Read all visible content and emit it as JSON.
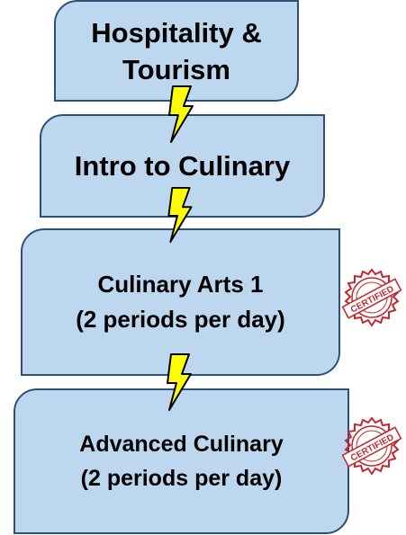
{
  "colors": {
    "box_fill": "#bdd7ee",
    "box_border": "#2e4f78",
    "bolt_fill": "#ffff00",
    "stamp_red": "#c0282d"
  },
  "steps": [
    {
      "text": "Hospitality &\nTourism"
    },
    {
      "text": "Intro to Culinary"
    },
    {
      "text": "Culinary Arts 1\n(2 periods per day)"
    },
    {
      "text": "Advanced Culinary\n(2 periods per day)"
    }
  ],
  "connectors": [
    {
      "icon": "lightning-bolt-icon"
    },
    {
      "icon": "lightning-bolt-icon"
    },
    {
      "icon": "lightning-bolt-icon"
    }
  ],
  "badges": [
    {
      "icon": "certified-stamp-icon",
      "text": "CERTIFIED"
    },
    {
      "icon": "certified-stamp-icon",
      "text": "CERTIFIED"
    }
  ]
}
